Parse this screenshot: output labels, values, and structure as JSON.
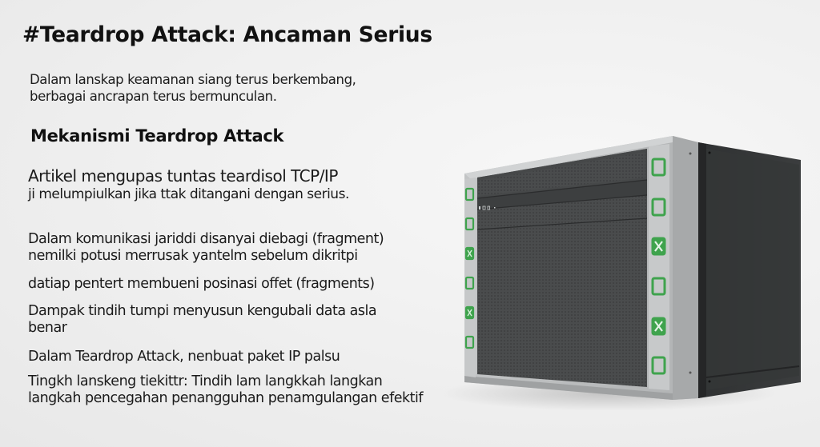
{
  "title": "#Teardrop Attack: Ancaman Serius",
  "intro": {
    "line1": "Dalam lanskap keamanan siang terus berkembang,",
    "line2": "berbagai ancrapan terus bermunculan."
  },
  "section": {
    "heading": "Mekanismi Teardrop Attack",
    "article": {
      "line1": "Artikel mengupas tuntas teardisol TCP/IP",
      "line2": "ji melumpiulkan jika ttak ditangani dengan serius."
    },
    "paragraphs": [
      {
        "line1": "Dalam komunikasi jariddi disanyai diebagi (fragment)",
        "line2": "nemilki potusi merrusak yantelm sebelum dikritpi"
      },
      {
        "line1": "datiap pentert membueni posinasi offet (fragments)"
      },
      {
        "line1": "Dampak tindih tumpi menyusun kengubali data asla",
        "line2": "benar"
      },
      {
        "line1": "Dalam Teardrop Attack, nenbuat paket IP palsu"
      },
      {
        "line1": "Tingkh lanskeng tiekittr: Tindih lam langkkah langkan",
        "line2": "langkah pencegahan penangguhan penamgulangan efektif"
      }
    ]
  },
  "illustration": {
    "name": "server-rack",
    "accent_color": "#3fa34d",
    "left_indicators": [
      "box",
      "box",
      "check-x",
      "box",
      "check-x",
      "box"
    ],
    "right_indicators": [
      "box",
      "box",
      "check-x",
      "box",
      "check-x",
      "box"
    ]
  }
}
